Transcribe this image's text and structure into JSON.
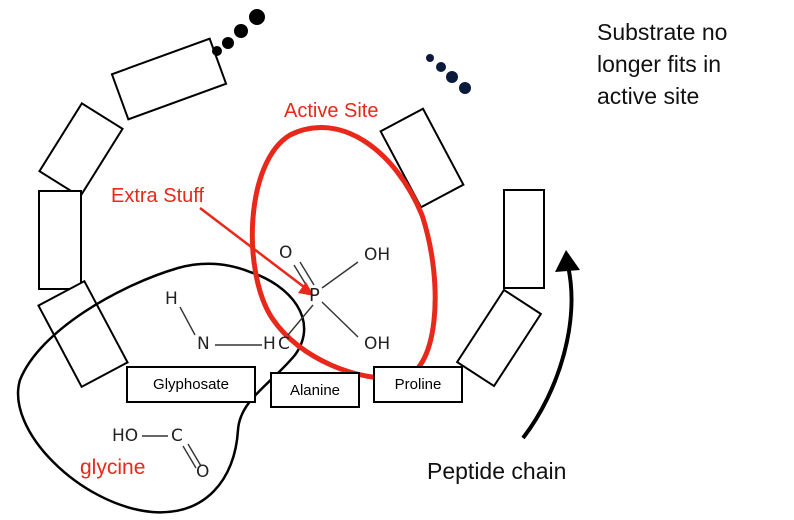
{
  "annotation": {
    "lines": [
      "Substrate no",
      "longer fits in",
      "active site"
    ]
  },
  "labels": {
    "active_site": "Active Site",
    "extra_stuff": "Extra Stuff",
    "glycine": "glycine",
    "peptide_chain": "Peptide chain"
  },
  "residues": {
    "glyphosate": "Glyphosate",
    "alanine": "Alanine",
    "proline": "Proline"
  },
  "molecule": {
    "o_double": "O",
    "oh_top": "OH",
    "p": "P",
    "oh_bottom": "OH",
    "h": "H",
    "n": "N",
    "h2": "H",
    "c_alpha": "C",
    "ho": "HO",
    "c_carboxyl": "C",
    "o_carboxyl": "O"
  },
  "colors": {
    "red": "#e8281a",
    "outline": "#000000",
    "navy": "#0a1a3a"
  }
}
